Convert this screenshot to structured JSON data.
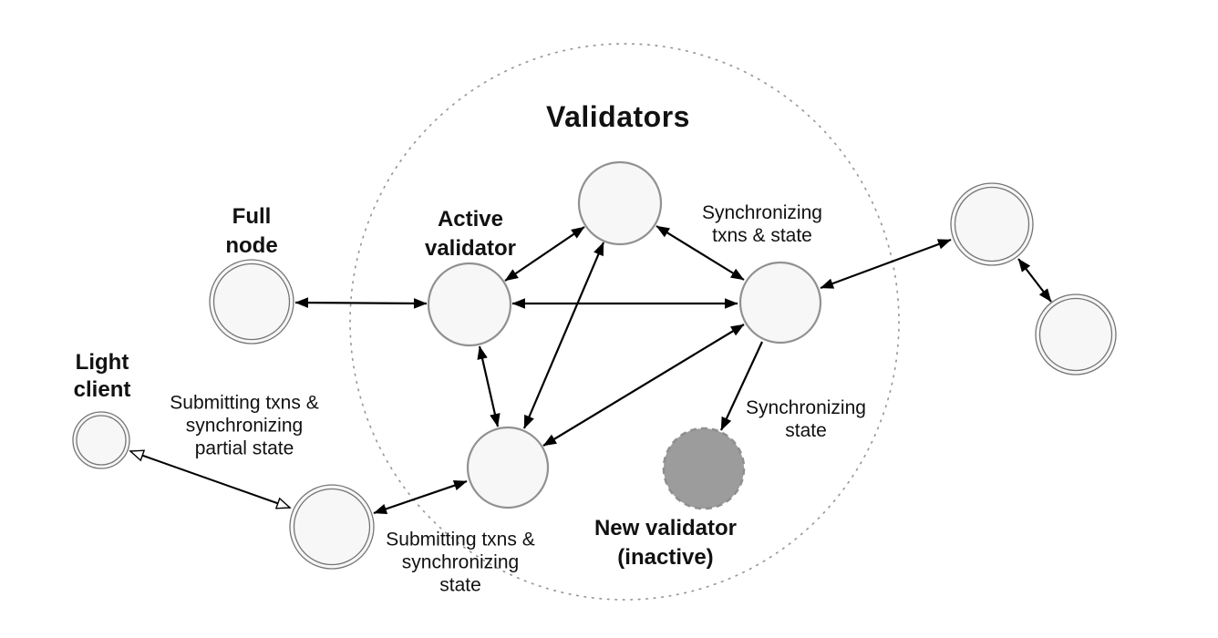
{
  "colors": {
    "bg": "#ffffff",
    "text": "#111111",
    "node-fill": "#f7f7f7",
    "validator-stroke": "#919191",
    "fullnode-stroke": "#757575",
    "inactive-fill": "#9c9c9c",
    "inactive-stroke": "#8f8f8f",
    "arrow": "#000000",
    "boundary": "#999999"
  },
  "diagram": {
    "title": "Validators",
    "group": {
      "name": "Validators",
      "shape": "dotted-ellipse",
      "description": "Dotted boundary enclosing the validator nodes"
    },
    "labels": {
      "full_node": "Full\nnode",
      "active_validator": "Active\nvalidator",
      "sync_txns_state": "Synchronizing\ntxns & state",
      "light_client": "Light\nclient",
      "submitting_partial": "Submitting txns &\nsynchronizing\npartial state",
      "submitting_state": "Submitting txns &\nsynchronizing\nstate",
      "new_validator": "New validator\n(inactive)",
      "sync_state": "Synchronizing\nstate"
    },
    "nodes": [
      {
        "id": "full-node-left",
        "kind": "full-node",
        "label": "Full node",
        "inside_validators": false
      },
      {
        "id": "light-client",
        "kind": "light-client",
        "label": "Light client",
        "inside_validators": false
      },
      {
        "id": "full-node-bottom",
        "kind": "full-node",
        "label": "",
        "inside_validators": false
      },
      {
        "id": "validator-top",
        "kind": "validator",
        "label": "",
        "inside_validators": true
      },
      {
        "id": "active-validator",
        "kind": "validator",
        "label": "Active validator",
        "inside_validators": true
      },
      {
        "id": "validator-right",
        "kind": "validator",
        "label": "",
        "inside_validators": true
      },
      {
        "id": "validator-bottom",
        "kind": "validator",
        "label": "",
        "inside_validators": true
      },
      {
        "id": "new-validator",
        "kind": "validator-inactive",
        "label": "New validator (inactive)",
        "inside_validators": true
      },
      {
        "id": "full-node-right-upper",
        "kind": "full-node",
        "label": "",
        "inside_validators": false
      },
      {
        "id": "full-node-right-lower",
        "kind": "full-node",
        "label": "",
        "inside_validators": false
      }
    ],
    "edges": [
      {
        "from": "full-node-left",
        "to": "active-validator",
        "arrows": "both",
        "head": "solid"
      },
      {
        "from": "active-validator",
        "to": "validator-top",
        "arrows": "both",
        "head": "solid"
      },
      {
        "from": "validator-top",
        "to": "validator-right",
        "arrows": "both",
        "head": "solid"
      },
      {
        "from": "active-validator",
        "to": "validator-right",
        "arrows": "both",
        "head": "solid"
      },
      {
        "from": "active-validator",
        "to": "validator-bottom",
        "arrows": "both",
        "head": "solid"
      },
      {
        "from": "validator-top",
        "to": "validator-bottom",
        "arrows": "both",
        "head": "solid"
      },
      {
        "from": "validator-right",
        "to": "validator-bottom",
        "arrows": "both",
        "head": "solid"
      },
      {
        "from": "validator-right",
        "to": "new-validator",
        "arrows": "end",
        "head": "solid",
        "label": "Synchronizing state"
      },
      {
        "from": "validator-right",
        "to": "full-node-right-upper",
        "arrows": "both",
        "head": "solid"
      },
      {
        "from": "full-node-right-upper",
        "to": "full-node-right-lower",
        "arrows": "both",
        "head": "solid"
      },
      {
        "from": "full-node-bottom",
        "to": "validator-bottom",
        "arrows": "both",
        "head": "solid",
        "label": "Submitting txns & synchronizing state"
      },
      {
        "from": "light-client",
        "to": "full-node-bottom",
        "arrows": "both",
        "head": "hollow",
        "label": "Submitting txns & synchronizing partial state"
      }
    ]
  }
}
